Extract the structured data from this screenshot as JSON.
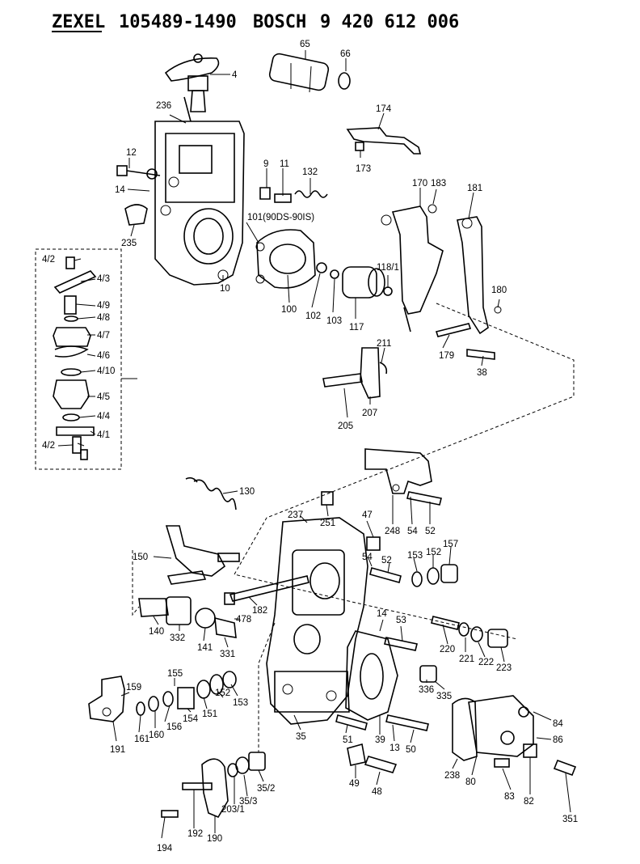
{
  "header": {
    "brand": "ZEXEL",
    "zexel_number": "105489-1490",
    "bosch_label": "BOSCH",
    "bosch_number": "9 420 612 006"
  },
  "callouts": [
    "4",
    "65",
    "66",
    "236",
    "174",
    "12",
    "9",
    "11",
    "132",
    "14",
    "173",
    "170",
    "183",
    "181",
    "235",
    "101(90DS-90IS)",
    "4/2",
    "4/3",
    "118/1",
    "4/9",
    "4/8",
    "10",
    "180",
    "4/7",
    "100",
    "102",
    "103",
    "117",
    "211",
    "179",
    "38",
    "4/6",
    "4/10",
    "4/5",
    "4/4",
    "4/1",
    "205",
    "207",
    "130",
    "251",
    "47",
    "248",
    "54",
    "52",
    "237",
    "157",
    "150",
    "54",
    "52",
    "153",
    "152",
    "182",
    "478",
    "140",
    "332",
    "141",
    "331",
    "14",
    "53",
    "220",
    "221",
    "222",
    "223",
    "159",
    "155",
    "152",
    "153",
    "336",
    "335",
    "156",
    "154",
    "151",
    "84",
    "191",
    "161",
    "160",
    "35",
    "51",
    "39",
    "13",
    "50",
    "86",
    "35/3",
    "35/2",
    "49",
    "48",
    "238",
    "80",
    "83",
    "82",
    "194",
    "192",
    "190",
    "351",
    "4/2",
    "203/1"
  ]
}
